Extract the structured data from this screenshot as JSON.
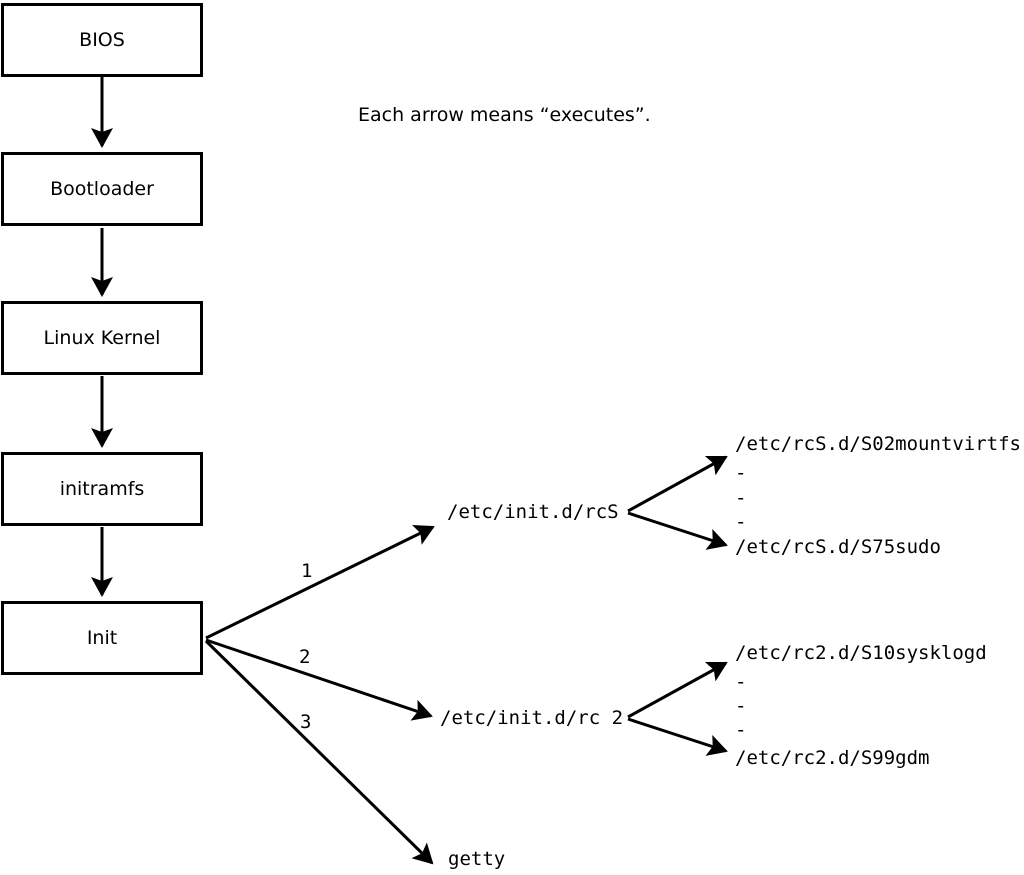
{
  "note": "Each arrow means “executes”.",
  "chain": [
    {
      "label": "BIOS"
    },
    {
      "label": "Bootloader"
    },
    {
      "label": "Linux Kernel"
    },
    {
      "label": "initramfs"
    },
    {
      "label": "Init"
    }
  ],
  "branches": [
    {
      "number": "1",
      "target": "/etc/init.d/rcS",
      "scripts": {
        "first": "/etc/rcS.d/S02mountvirtfs",
        "dots": [
          "-",
          "-",
          "-"
        ],
        "last": "/etc/rcS.d/S75sudo"
      }
    },
    {
      "number": "2",
      "target": "/etc/init.d/rc 2",
      "scripts": {
        "first": "/etc/rc2.d/S10sysklogd",
        "dots": [
          "-",
          "-",
          "-"
        ],
        "last": "/etc/rc2.d/S99gdm"
      }
    },
    {
      "number": "3",
      "target": "getty"
    }
  ],
  "colors": {
    "line": "#000000",
    "background": "#ffffff"
  }
}
